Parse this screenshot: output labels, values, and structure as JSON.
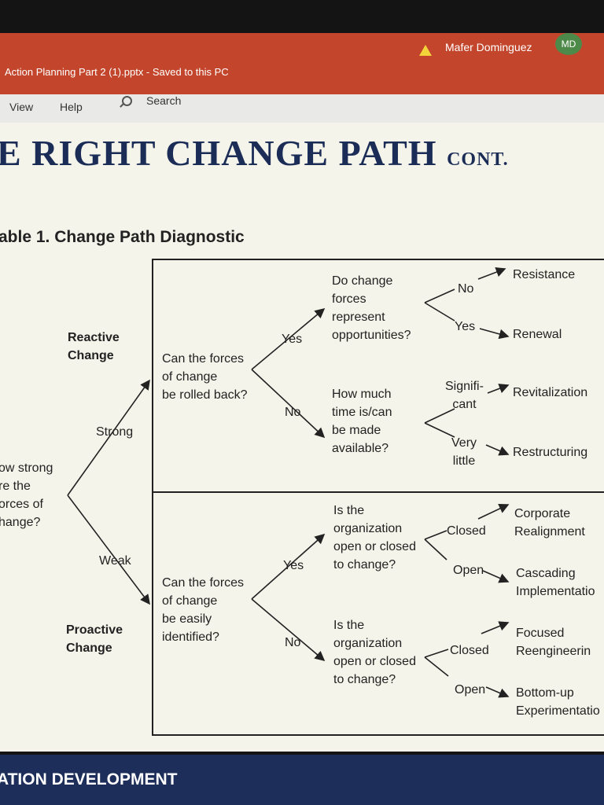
{
  "window": {
    "doc_title": "Action Planning Part 2 (1).pptx - Saved to this PC",
    "user_name": "Mafer Dominguez",
    "user_initials": "MD"
  },
  "ribbon": {
    "view": "View",
    "help": "Help",
    "search": "Search"
  },
  "slide": {
    "title_main": "E RIGHT CHANGE PATH",
    "title_suffix": "CONT.",
    "table_title": "able 1. Change Path Diagnostic",
    "footer": "ATION DEVELOPMENT",
    "left_question": "ow strong\nre the\norces of\nhange?",
    "strong": "Strong",
    "weak": "Weak",
    "reactive": "Reactive\nChange",
    "proactive": "Proactive\nChange",
    "q_rolled_back": "Can the forces\nof change\nbe rolled back?",
    "q_identified": "Can the forces\nof change\nbe easily\nidentified?",
    "yes": "Yes",
    "no": "No",
    "q_opportunities": "Do change\nforces\nrepresent\nopportunities?",
    "q_time": "How much\ntime is/can\nbe made\navailable?",
    "q_open1": "Is the\norganization\nopen or closed\nto change?",
    "q_open2": "Is the\norganization\nopen or closed\nto change?",
    "significant": "Signifi-\ncant",
    "very_little": "Very\nlittle",
    "closed": "Closed",
    "open": "Open",
    "resistance": "Resistance",
    "renewal": "Renewal",
    "revitalization": "Revitalization",
    "restructuring": "Restructuring",
    "corporate": "Corporate\nRealignment",
    "cascading": "Cascading\nImplementatio",
    "focused": "Focused\nReengineerin",
    "bottom_up": "Bottom-up\nExperimentatio"
  }
}
